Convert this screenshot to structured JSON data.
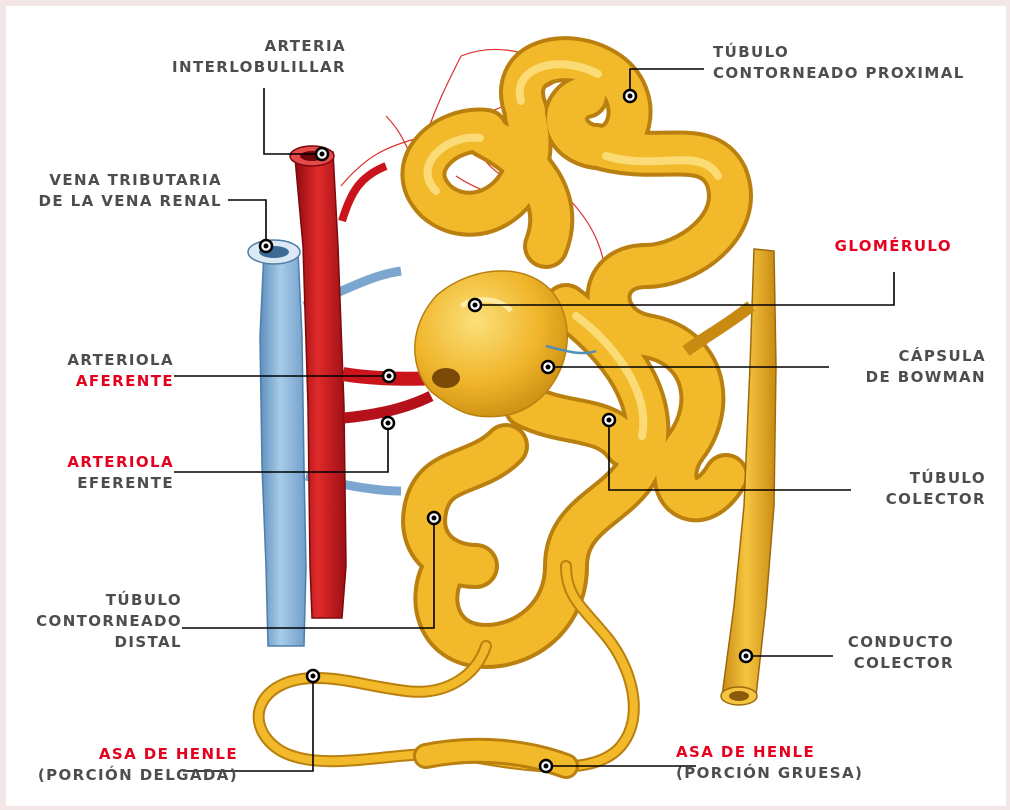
{
  "labels": {
    "arteria_interlobulillar": [
      "ARTERIA",
      "INTERLOBULILLAR"
    ],
    "vena_tributaria": [
      "VENA TRIBUTARIA",
      "DE LA VENA RENAL"
    ],
    "arteriola_aferente": [
      "ARTERIOLA",
      "AFERENTE"
    ],
    "arteriola_eferente": [
      "ARTERIOLA",
      "EFERENTE"
    ],
    "tubulo_distal": [
      "TÚBULO",
      "CONTORNEADO",
      "DISTAL"
    ],
    "asa_henle_delgada": [
      "ASA DE HENLE",
      "(PORCIÓN DELGADA)"
    ],
    "tubulo_proximal": [
      "TÚBULO",
      "CONTORNEADO PROXIMAL"
    ],
    "glomerulo": [
      "GLOMÉRULO"
    ],
    "capsula_bowman": [
      "CÁPSULA",
      "DE BOWMAN"
    ],
    "tubulo_colector": [
      "TÚBULO",
      "COLECTOR"
    ],
    "conducto_colector": [
      "CONDUCTO",
      "COLECTOR"
    ],
    "asa_henle_gruesa": [
      "ASA DE HENLE",
      "(PORCIÓN GRUESA)"
    ]
  },
  "colors": {
    "label_gray": "#4d4d4d",
    "label_red": "#e6001f",
    "artery_red": "#c8141a",
    "vein_blue": "#8fb8dc",
    "tubule_yellow": "#f2b92a"
  }
}
